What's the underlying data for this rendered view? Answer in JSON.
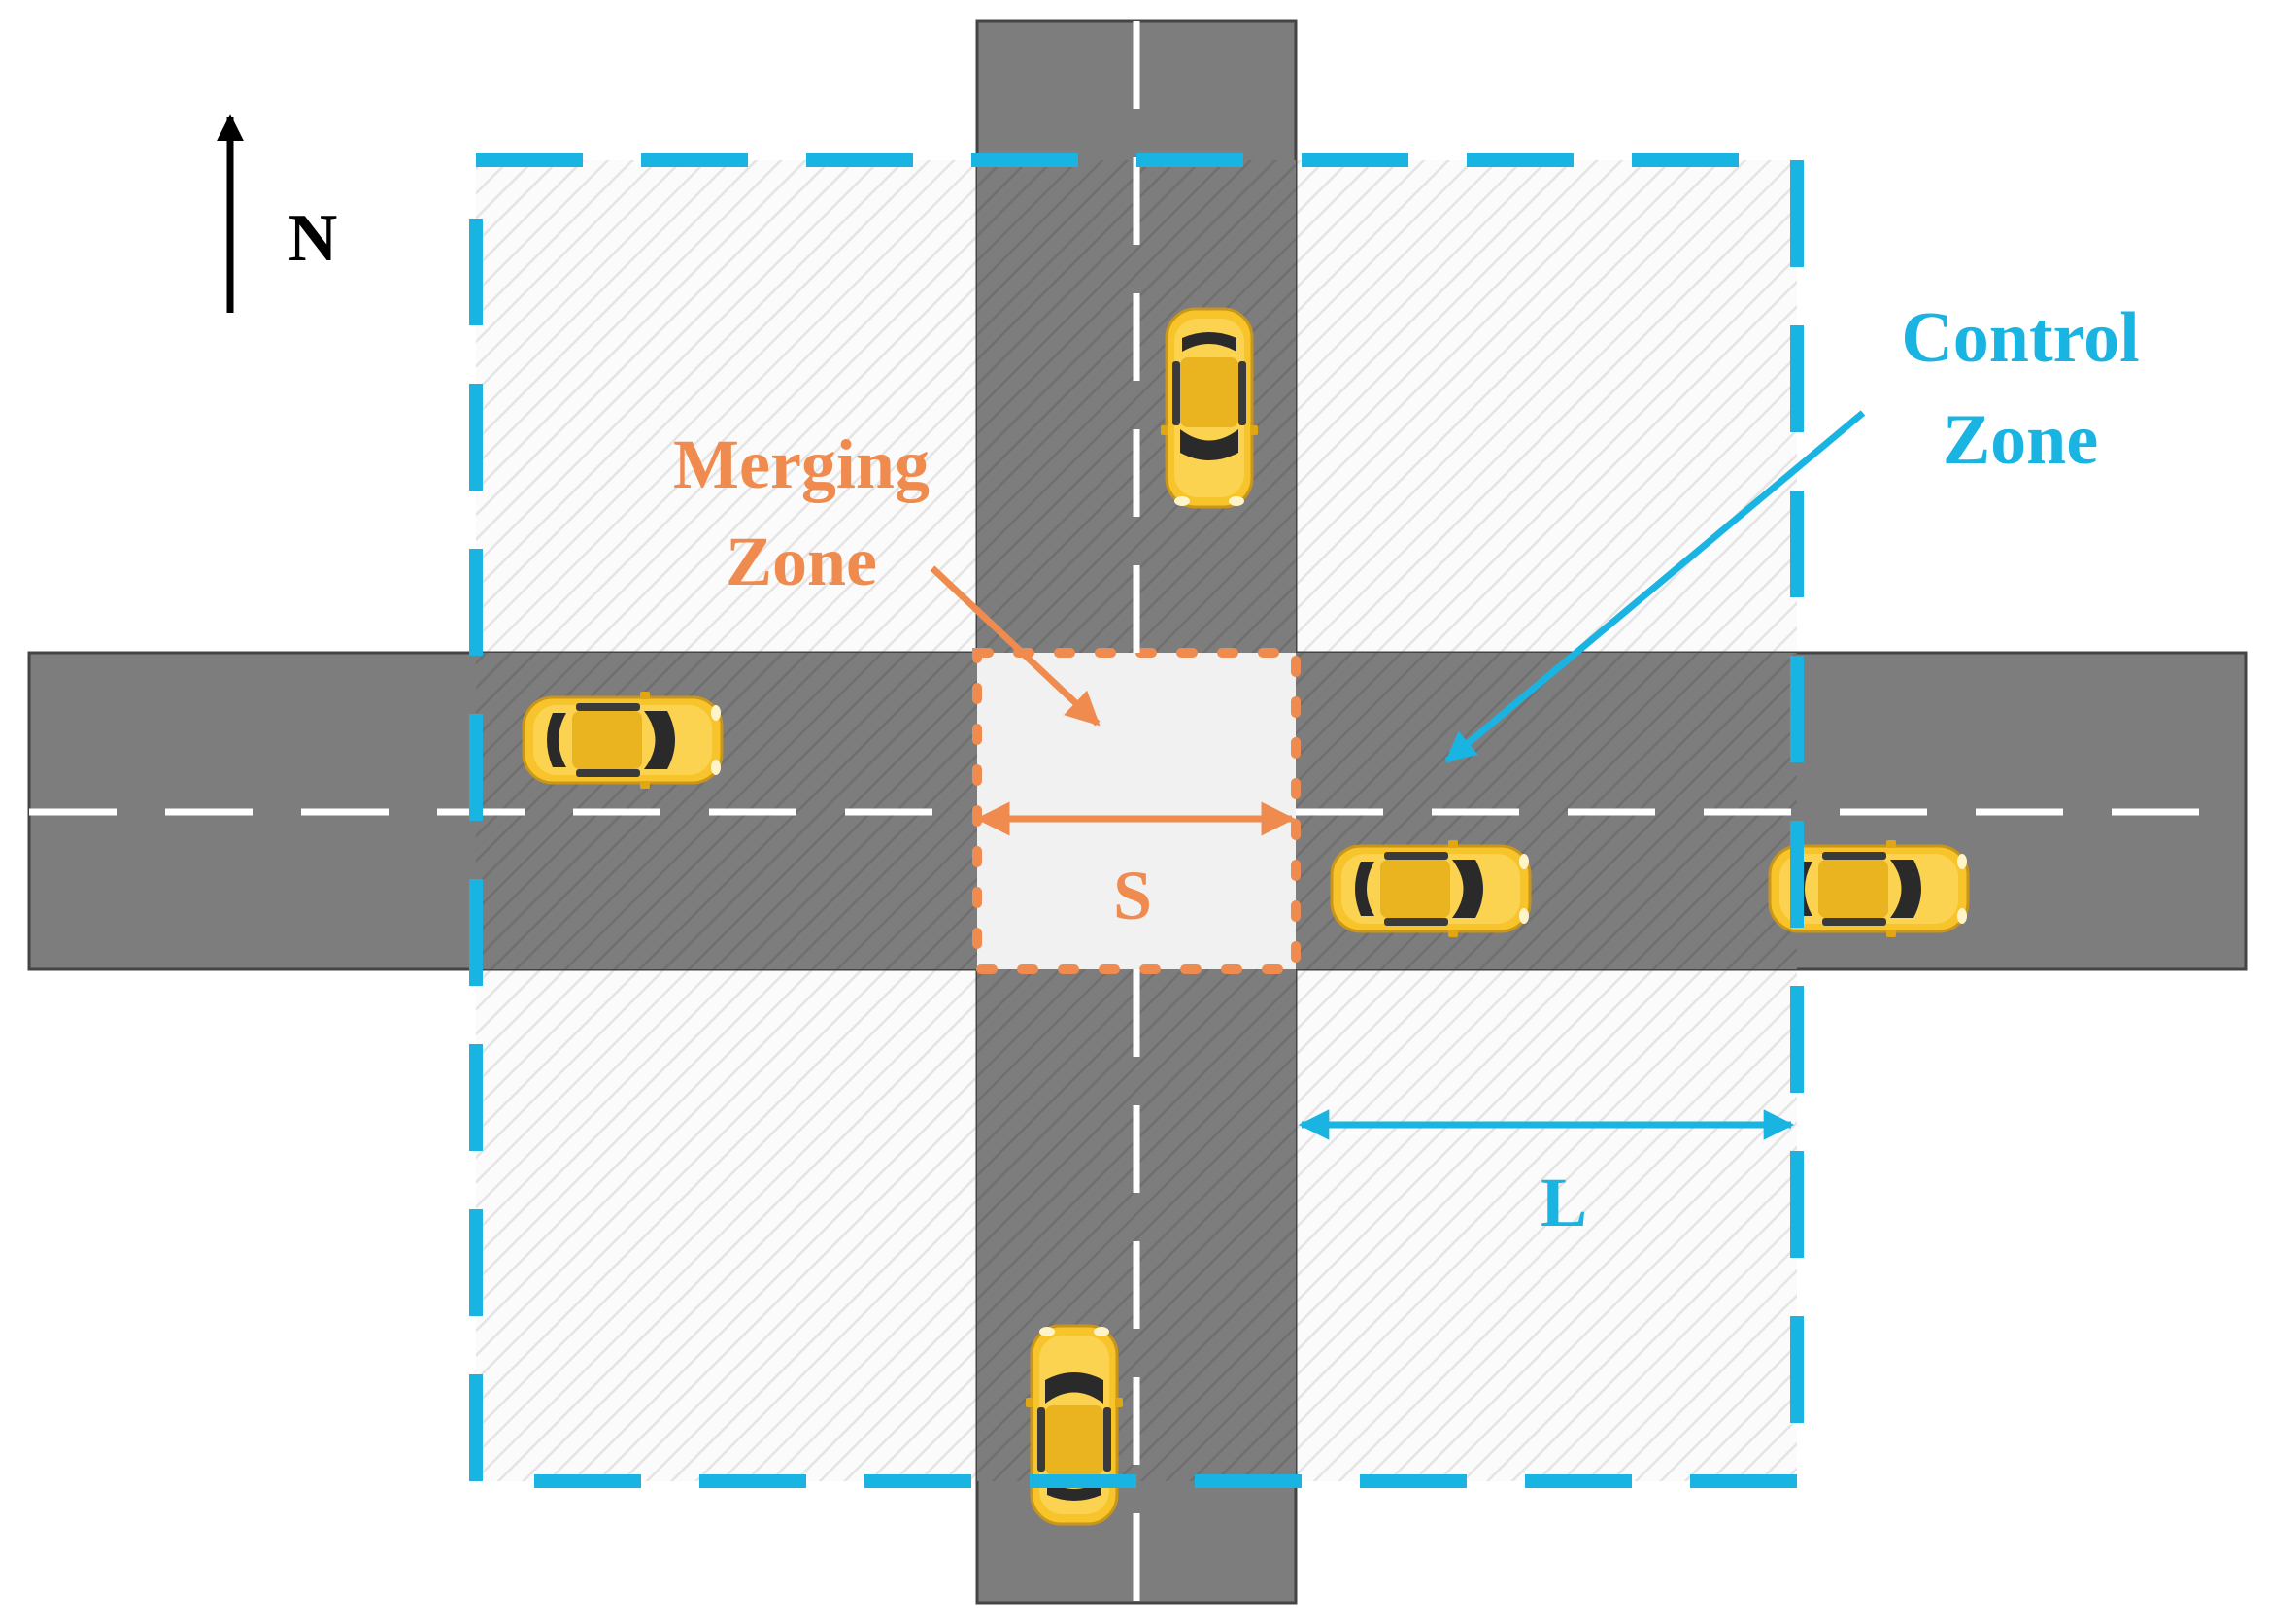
{
  "compass": {
    "label": "N"
  },
  "control_zone": {
    "label_line1": "Control",
    "label_line2": "Zone",
    "color": "#1ab4e2"
  },
  "merging_zone": {
    "label_line1": "Merging",
    "label_line2": "Zone",
    "color": "#ef8b4e"
  },
  "dimensions": {
    "merging_length_label": "S",
    "control_length_label": "L"
  },
  "colors": {
    "road": "#7a7a7a",
    "hatch_light": "#f3f3f3",
    "merging_fill": "#f1f1f1",
    "lane_marking": "#ffffff",
    "car_body": "#f7c52b",
    "car_glass": "#2a2a2a"
  },
  "vehicles": [
    {
      "id": "north-car",
      "heading": "south"
    },
    {
      "id": "west-car",
      "heading": "east"
    },
    {
      "id": "east-car-near",
      "heading": "east"
    },
    {
      "id": "east-car-far",
      "heading": "east"
    },
    {
      "id": "south-car",
      "heading": "north"
    }
  ]
}
